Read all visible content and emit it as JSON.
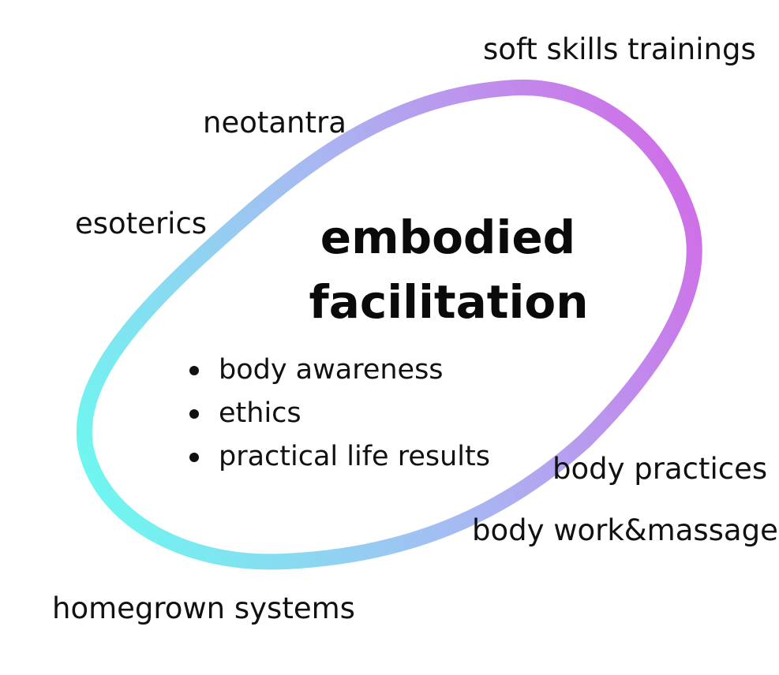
{
  "outer_labels": {
    "soft_skills": "soft skills trainings",
    "neotantra": "neotantra",
    "esoterics": "esoterics",
    "body_practices": "body practices",
    "body_work": "body work&massage",
    "homegrown": "homegrown systems"
  },
  "center": {
    "title_line1": "embodied",
    "title_line2": "facilitation",
    "points": [
      "body awareness",
      "ethics",
      "practical life results"
    ]
  },
  "colors": {
    "ring_start": "#6ff6f0",
    "ring_mid": "#a8b8f2",
    "ring_end": "#cf6fe8",
    "text": "#111111"
  }
}
